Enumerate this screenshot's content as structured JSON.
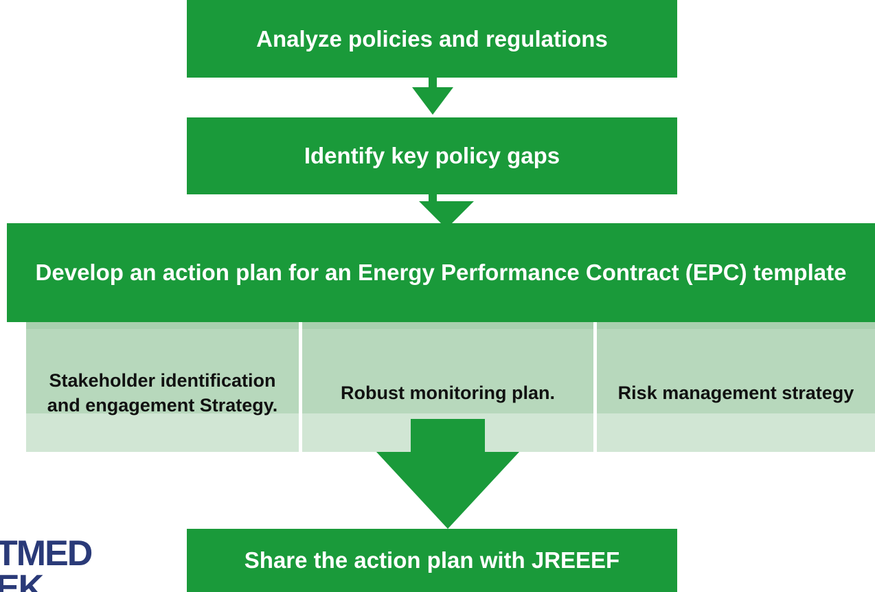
{
  "steps": {
    "step1": "Analyze policies and regulations",
    "step2": "Identify key policy gaps",
    "step3": "Develop an action plan for an Energy Performance Contract (EPC) template",
    "step4": "Share the action plan with JREEEF"
  },
  "sub_items": [
    "Stakeholder identification and engagement Strategy.",
    "Robust monitoring plan.",
    "Risk management strategy"
  ],
  "logo": {
    "line1": "TMED",
    "line2": "EK"
  },
  "colors": {
    "primary_green": "#1a9a3a",
    "light_green": "#b7d8bc",
    "logo_blue": "#2a3a78"
  }
}
